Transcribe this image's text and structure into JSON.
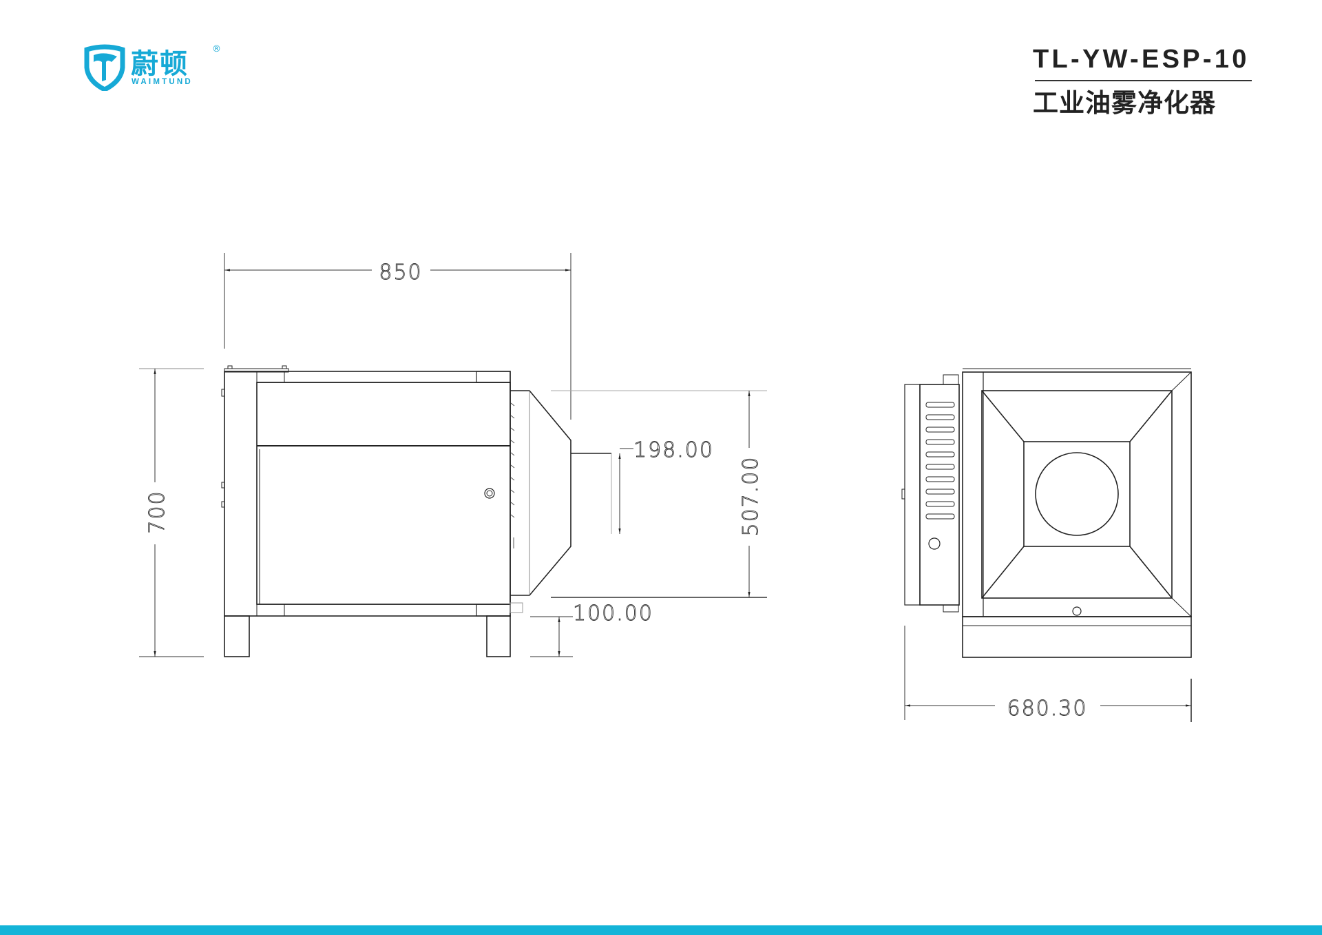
{
  "brand": {
    "name_cn": "蔚顿",
    "name_en": "WAIMTUND",
    "registered": "®",
    "color": "#16a9d6"
  },
  "header": {
    "model": "TL-YW-ESP-10",
    "product_name": "工业油雾净化器"
  },
  "dimensions": {
    "length": "850",
    "height": "700",
    "outlet_height": "198.00",
    "hood_height": "507.00",
    "leg_height": "100.00",
    "width": "680.30"
  },
  "colors": {
    "accent_bar": "#14b4d8",
    "line": "#222222"
  }
}
